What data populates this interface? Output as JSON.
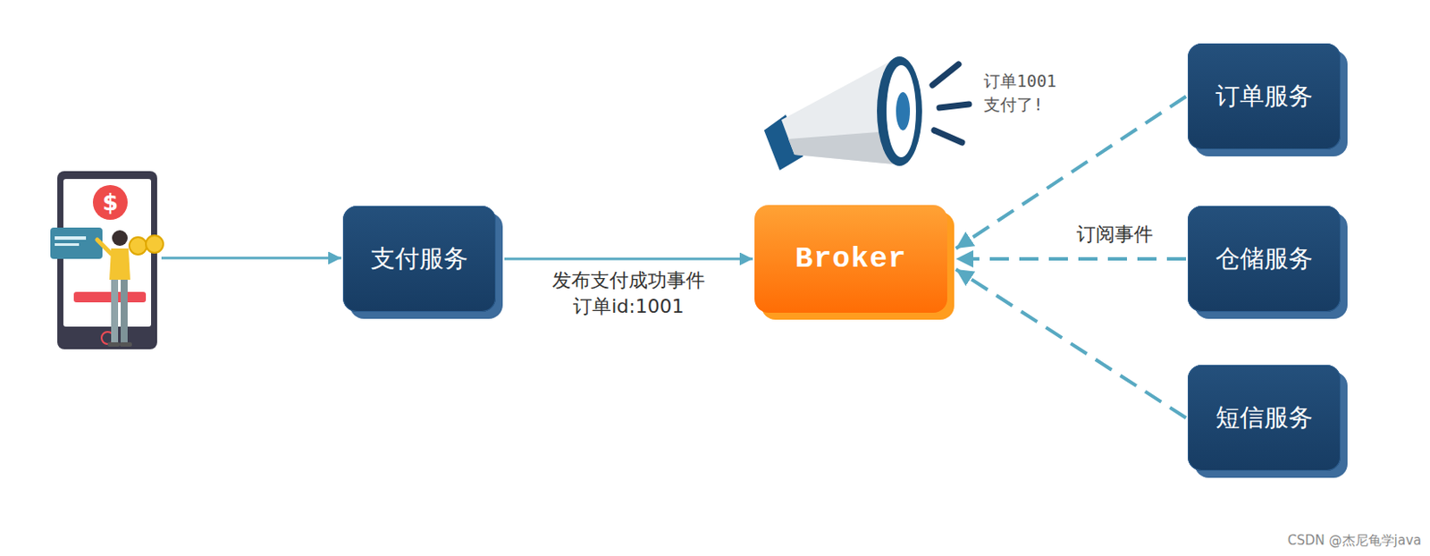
{
  "diagram": {
    "nodes": [
      {
        "text": [
          "支付服务"
        ]
      },
      {
        "text": [
          "Broker"
        ]
      },
      {
        "text": [
          "订单服务"
        ]
      },
      {
        "text": [
          "仓储服务"
        ]
      },
      {
        "text": [
          "短信服务"
        ]
      }
    ],
    "edges": [
      {
        "from": 0,
        "to": 1,
        "arrow": "to",
        "label": "发布支付成功事件 订单id:1001"
      },
      {
        "from": 2,
        "to": 1,
        "arrow": "to"
      },
      {
        "from": 3,
        "to": 1,
        "arrow": "to",
        "label": "订阅事件"
      },
      {
        "from": 4,
        "to": 1,
        "arrow": "to"
      }
    ],
    "labels": [
      "$",
      "订单1001 支付了!",
      "CSDN @杰尼龟学java"
    ]
  }
}
